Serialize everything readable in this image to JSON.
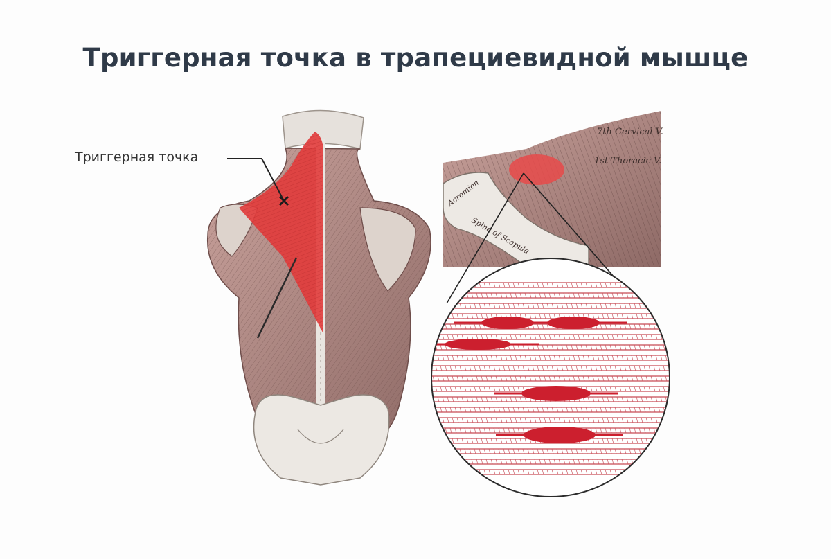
{
  "title": "Триггерная точка в трапециевидной мышце",
  "callout": {
    "label": "Триггерная точка"
  },
  "detail_labels": {
    "cervical": "7th Cervical V.",
    "thoracic": "1st Thoracic V.",
    "acromion": "Acromion",
    "spine": "Spine of Scapula"
  },
  "colors": {
    "title": "#2f3a48",
    "highlight": "#e23b3b",
    "muscle": "#b58f8a",
    "muscle_dark": "#6e4d4a",
    "bone": "#e8e4df",
    "fiber_line": "#c74a55"
  },
  "icons": {
    "trigger_point_marker": "x-mark-icon"
  }
}
